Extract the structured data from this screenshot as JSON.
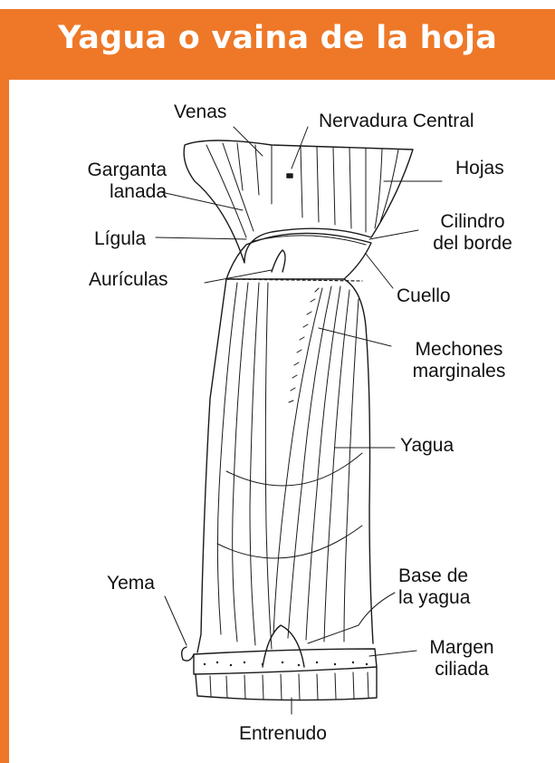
{
  "title": "Yagua o vaina de la hoja",
  "colors": {
    "accent": "#EE7828",
    "ink": "#1a1a1a"
  },
  "labels": {
    "venas": "Venas",
    "nervadura": "Nervadura Central",
    "garganta": "Garganta\nlanada",
    "hojas": "Hojas",
    "ligula": "Lígula",
    "cilindro": "Cilindro\ndel borde",
    "auriculas": "Aurículas",
    "cuello": "Cuello",
    "mechones": "Mechones\nmarginales",
    "yagua": "Yagua",
    "yema": "Yema",
    "base": "Base de\nla yagua",
    "margen": "Margen\nciliada",
    "entrenudo": "Entrenudo"
  }
}
